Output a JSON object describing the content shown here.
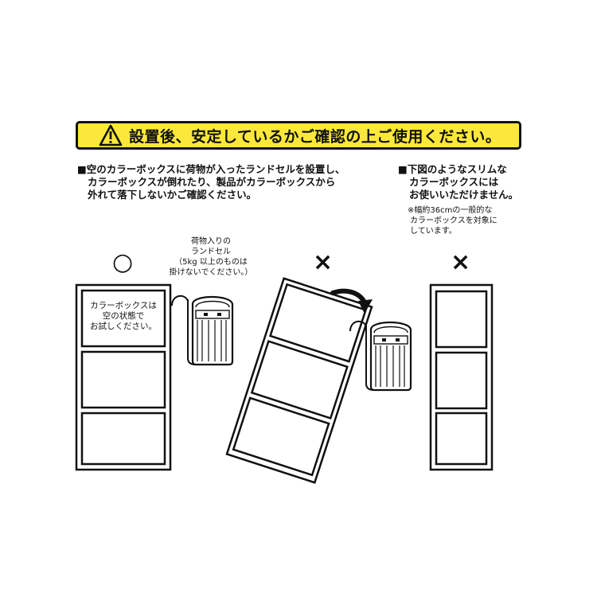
{
  "banner": {
    "icon": "warning-triangle-icon",
    "text": "設置後、安定しているかご確認の上ご使用ください。",
    "color": "#fbe83a"
  },
  "instructions": {
    "left": {
      "lines": [
        "■空のカラーボックスに荷物が入ったランドセルを設置し、",
        "カラーボックスが倒れたり、製品がカラーボックスから",
        "外れて落下しないかご確認ください。"
      ]
    },
    "right": {
      "lines": [
        "■下図のようなスリムな",
        "カラーボックスには",
        "お使いいただけません。"
      ],
      "note_lines": [
        "※幅約36cmの一般的な",
        "カラーボックスを対象に",
        "しています。"
      ]
    }
  },
  "diagrams": {
    "ok": {
      "mark": "○",
      "box_text_lines": [
        "カラーボックスは",
        "空の状態で",
        "お試しください。"
      ]
    },
    "bag_callout": {
      "lines": [
        "荷物入りの",
        "ランドセル",
        "（5kg 以上のものは",
        "掛けないでください。）"
      ]
    },
    "tipping": {
      "mark": "×"
    },
    "slim": {
      "mark": "×"
    }
  }
}
